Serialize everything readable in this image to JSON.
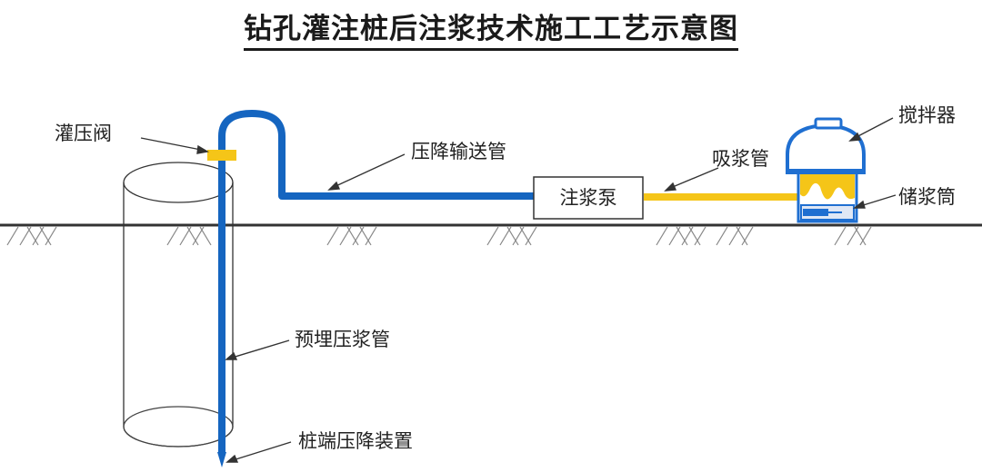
{
  "title": "钻孔灌注桩后注浆技术施工工艺示意图",
  "labels": {
    "valve": "灌压阀",
    "delivery_pipe": "压降输送管",
    "suction_pipe": "吸浆管",
    "pump": "注浆泵",
    "mixer": "搅拌器",
    "storage_drum": "储浆筒",
    "embedded_pipe": "预埋压浆管",
    "pile_end_device": "桩端压降装置"
  },
  "colors": {
    "pipe_blue": "#1565c0",
    "pipe_yellow": "#f5c518",
    "drum_blue": "#1f6fd1",
    "ground": "#333333",
    "text": "#222222"
  }
}
